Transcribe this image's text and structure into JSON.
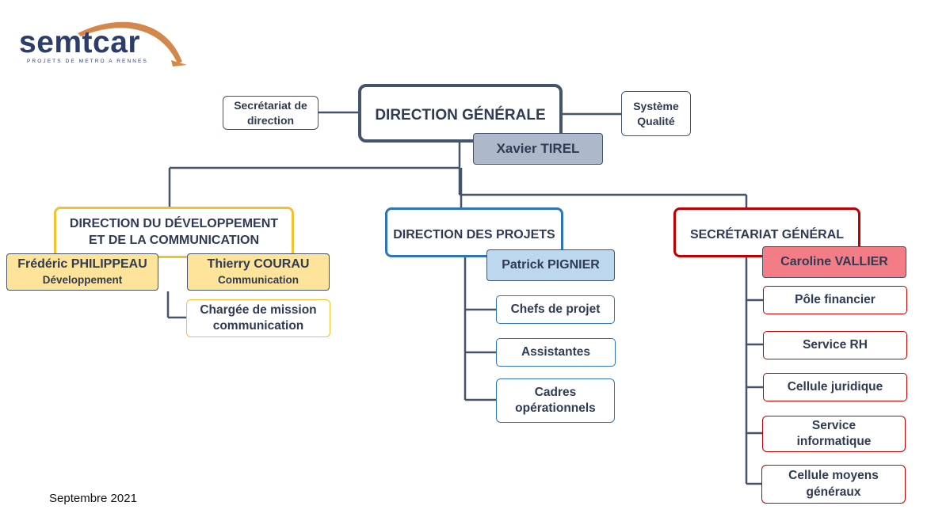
{
  "logo": {
    "name": "semtcar",
    "tagline": "PROJETS DE METRO A RENNES",
    "arc_color": "#d4874b",
    "text_color": "#2c3d6b"
  },
  "colors": {
    "line": "#44546a",
    "general": "#44546a",
    "dev": "#f2c12e",
    "dev_fill": "#fde49a",
    "projects": "#2e75b6",
    "projects_fill": "#bdd7ee",
    "secretariat": "#c00000",
    "secretariat_fill": "#f47c86",
    "ceo_fill": "#adb9ca"
  },
  "top": {
    "direction_generale": "DIRECTION GÉNÉRALE",
    "director": "Xavier TIREL",
    "secretariat_direction": [
      "Secrétariat de",
      "direction"
    ],
    "systeme_qualite": [
      "Système",
      "Qualité"
    ]
  },
  "dev": {
    "title": [
      "DIRECTION DU DÉVELOPPEMENT",
      "ET DE LA COMMUNICATION"
    ],
    "person1_name": "Frédéric PHILIPPEAU",
    "person1_role": "Développement",
    "person2_name": "Thierry COURAU",
    "person2_role": "Communication",
    "mission": [
      "Chargée de mission",
      "communication"
    ]
  },
  "projects": {
    "title": "DIRECTION DES PROJETS",
    "director": "Patrick PIGNIER",
    "items": [
      [
        "Chefs de projet"
      ],
      [
        "Assistantes"
      ],
      [
        "Cadres",
        "opérationnels"
      ]
    ]
  },
  "secretariat": {
    "title": "SECRÉTARIAT GÉNÉRAL",
    "director": "Caroline VALLIER",
    "items": [
      [
        "Pôle financier"
      ],
      [
        "Service RH"
      ],
      [
        "Cellule juridique"
      ],
      [
        "Service",
        "informatique"
      ],
      [
        "Cellule moyens",
        "généraux"
      ]
    ]
  },
  "footer": {
    "date": "Septembre 2021"
  }
}
